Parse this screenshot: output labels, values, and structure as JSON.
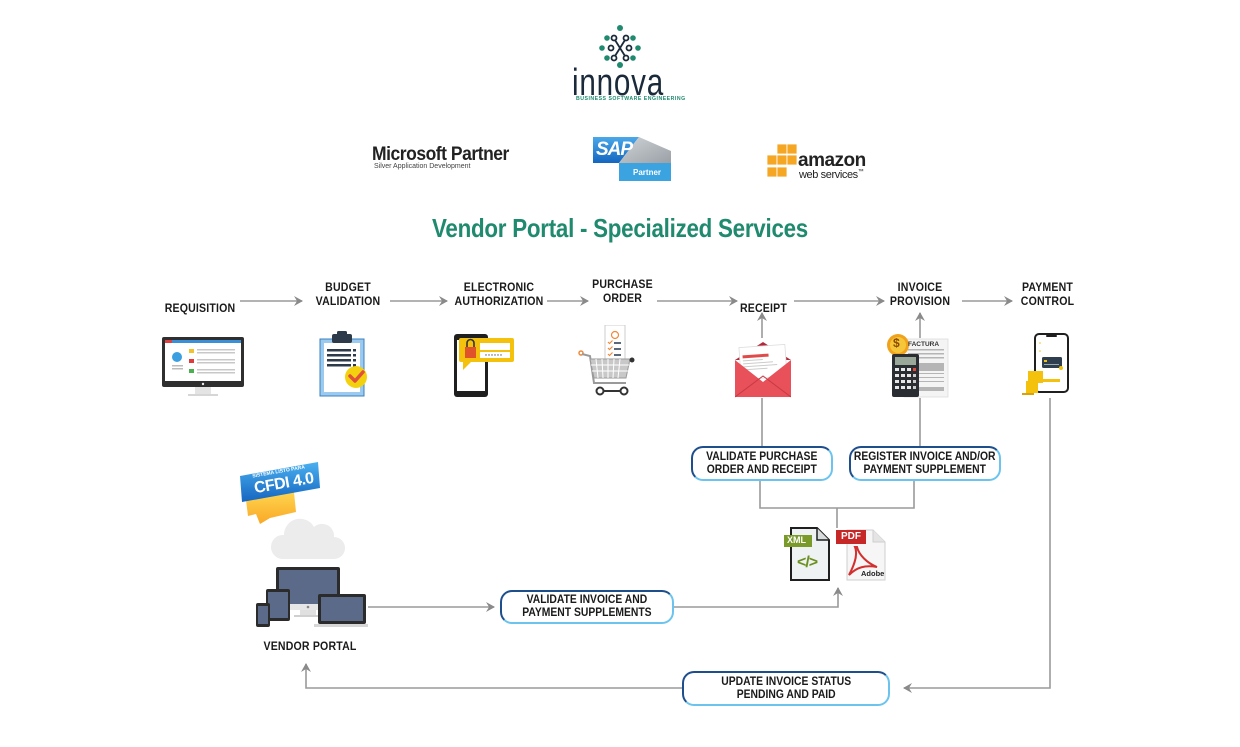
{
  "header": {
    "logo": {
      "name": "innova",
      "tagline": "BUSINESS SOFTWARE ENGINEERING",
      "accent_color": "#1f8a6e"
    },
    "partners": [
      {
        "name": "Microsoft Partner",
        "subtitle": "Silver Application Development"
      },
      {
        "name": "SAP",
        "subtitle": "Partner"
      },
      {
        "name": "amazon",
        "subtitle": "web services",
        "trademark": "™"
      }
    ],
    "title": "Vendor Portal - Specialized Services",
    "title_color": "#1f8a6e"
  },
  "flow": {
    "steps": [
      {
        "label_line1": "",
        "label_line2": "REQUISITION",
        "icon": "monitor-icon"
      },
      {
        "label_line1": "BUDGET",
        "label_line2": "VALIDATION",
        "icon": "clipboard-check-icon"
      },
      {
        "label_line1": "ELECTRONIC",
        "label_line2": "AUTHORIZATION",
        "icon": "phone-lock-icon"
      },
      {
        "label_line1": "PURCHASE",
        "label_line2": "ORDER",
        "icon": "shopping-cart-icon"
      },
      {
        "label_line1": "",
        "label_line2": "RECEIPT",
        "icon": "envelope-icon"
      },
      {
        "label_line1": "INVOICE",
        "label_line2": "PROVISION",
        "icon": "calculator-invoice-icon",
        "invoice_word": "FACTURA"
      },
      {
        "label_line1": "PAYMENT",
        "label_line2": "CONTROL",
        "icon": "mobile-payment-icon"
      }
    ]
  },
  "actions": {
    "validate_po_receipt": {
      "line1": "VALIDATE PURCHASE",
      "line2": "ORDER AND RECEIPT"
    },
    "register_invoice": {
      "line1": "REGISTER INVOICE AND/OR",
      "line2": "PAYMENT SUPPLEMENT"
    },
    "validate_invoice": {
      "line1": "VALIDATE INVOICE AND",
      "line2": "PAYMENT SUPPLEMENTS"
    },
    "update_status": {
      "line1": "UPDATE INVOICE STATUS",
      "line2": "PENDING AND PAID"
    }
  },
  "documents": {
    "xml_label": "XML",
    "xml_glyph": "</>",
    "pdf_label": "PDF",
    "pdf_brand": "Adobe"
  },
  "vendor_portal": {
    "label": "VENDOR PORTAL",
    "badge_small": "SISTEMA LISTO PARA",
    "badge_main": "CFDI 4.0"
  }
}
